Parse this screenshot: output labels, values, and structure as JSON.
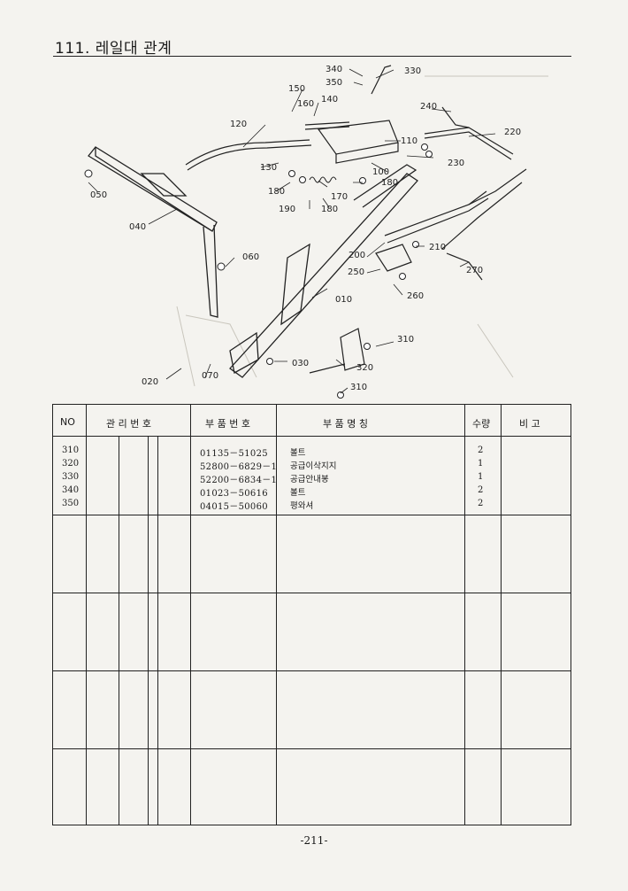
{
  "page": {
    "title": "111. 레일대 관계",
    "page_number": "-211-"
  },
  "diagram": {
    "callouts": [
      "340",
      "350",
      "330",
      "150",
      "140",
      "160",
      "120",
      "240",
      "220",
      "110",
      "130",
      "100",
      "230",
      "180",
      "170",
      "180",
      "190",
      "180",
      "050",
      "040",
      "200",
      "210",
      "060",
      "250",
      "270",
      "010",
      "260",
      "310",
      "030",
      "320",
      "070",
      "020",
      "310"
    ]
  },
  "table": {
    "headers": {
      "no": "NO",
      "mgmt": "관 리 번 호",
      "part_no": "부 품 번 호",
      "part_name": "부 품 명 칭",
      "qty": "수량",
      "note": "비 고"
    },
    "rows": [
      {
        "no": "310",
        "part_no": "01135－51025",
        "name": "볼트",
        "qty": "2"
      },
      {
        "no": "320",
        "part_no": "52800－6829－1",
        "name": "공급이삭지지",
        "qty": "1"
      },
      {
        "no": "330",
        "part_no": "52200－6834－1",
        "name": "공급안내봉",
        "qty": "1"
      },
      {
        "no": "340",
        "part_no": "01023－50616",
        "name": "볼트",
        "qty": "2"
      },
      {
        "no": "350",
        "part_no": "04015－50060",
        "name": "평와셔",
        "qty": "2"
      }
    ]
  }
}
